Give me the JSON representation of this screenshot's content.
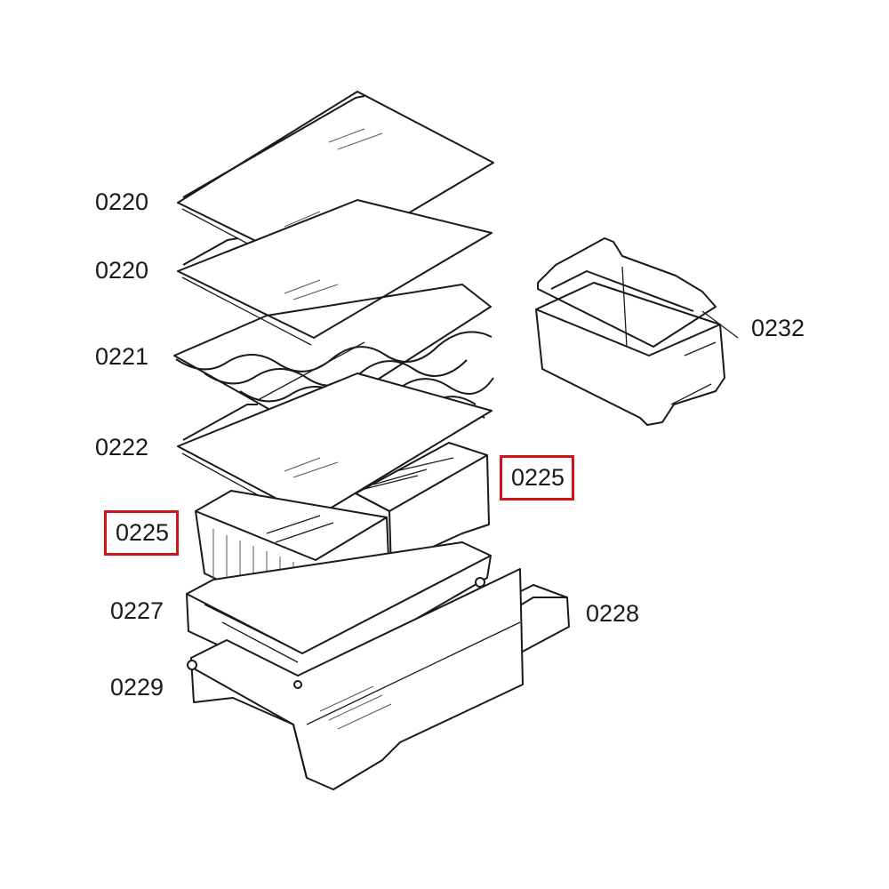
{
  "diagram": {
    "highlight_color": "#d0121b",
    "labels": [
      {
        "id": "l1",
        "text": "0220",
        "highlighted": false
      },
      {
        "id": "l2",
        "text": "0220",
        "highlighted": false
      },
      {
        "id": "l3",
        "text": "0221",
        "highlighted": false
      },
      {
        "id": "l4",
        "text": "0222",
        "highlighted": false
      },
      {
        "id": "l5",
        "text": "0225",
        "highlighted": true
      },
      {
        "id": "l6",
        "text": "0225",
        "highlighted": true
      },
      {
        "id": "l7",
        "text": "0227",
        "highlighted": false
      },
      {
        "id": "l8",
        "text": "0228",
        "highlighted": false
      },
      {
        "id": "l9",
        "text": "0229",
        "highlighted": false
      },
      {
        "id": "l10",
        "text": "0232",
        "highlighted": false
      }
    ]
  }
}
